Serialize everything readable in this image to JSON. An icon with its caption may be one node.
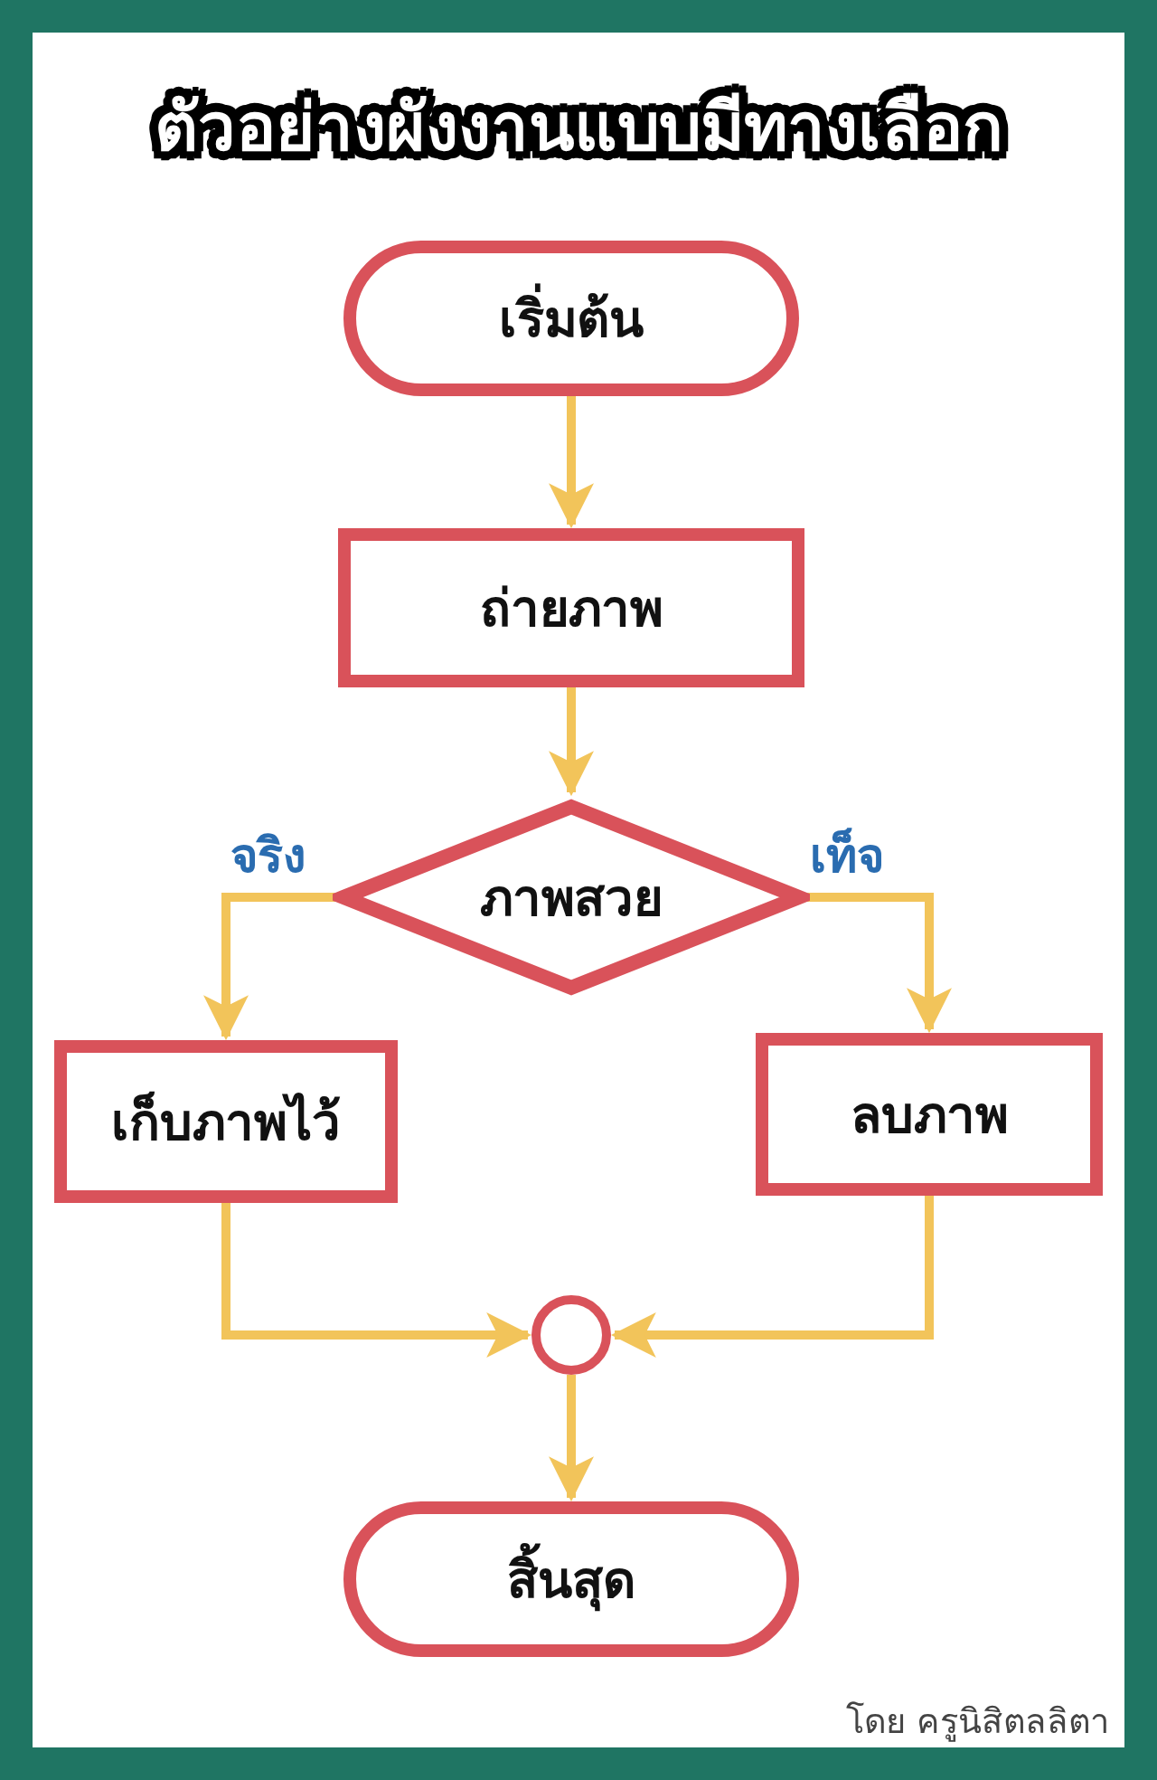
{
  "diagram": {
    "title": "ตัวอย่างผังงานแบบมีทางเลือก",
    "nodes": [
      {
        "text": [
          "เริ่มต้น"
        ]
      },
      {
        "text": [
          "ถ่ายภาพ"
        ]
      },
      {
        "text": [
          "ภาพสวย"
        ]
      },
      {
        "text": [
          "เก็บภาพไว้"
        ]
      },
      {
        "text": [
          "ลบภาพ"
        ]
      },
      {
        "text": [],
        "shape": "circle"
      },
      {
        "text": [
          "สิ้นสุด"
        ]
      }
    ],
    "edges": [
      {
        "from": 0,
        "to": 1,
        "arrow": "to"
      },
      {
        "from": 1,
        "to": 2,
        "arrow": "to"
      },
      {
        "from": 2,
        "to": 3,
        "arrow": "to",
        "label": "จริง"
      },
      {
        "from": 2,
        "to": 4,
        "arrow": "to",
        "label": "เท็จ"
      },
      {
        "from": 3,
        "to": 5,
        "arrow": "to"
      },
      {
        "from": 4,
        "to": 5,
        "arrow": "to"
      },
      {
        "from": 5,
        "to": 6,
        "arrow": "to"
      }
    ],
    "labels": [
      "โดย ครูนิสิตลลิตา"
    ]
  }
}
